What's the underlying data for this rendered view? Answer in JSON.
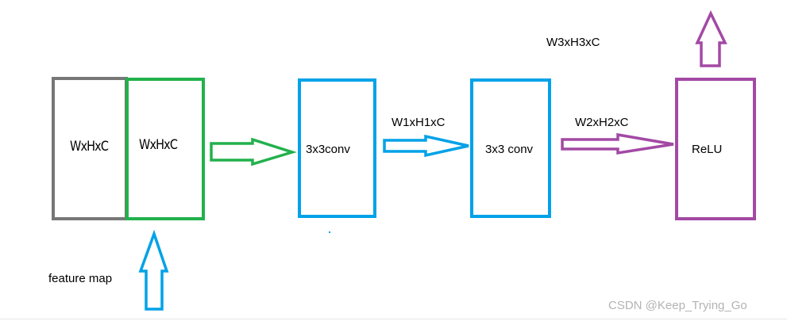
{
  "colors": {
    "gray": "#777777",
    "green": "#22b14c",
    "blue": "#00a2e8",
    "purple": "#a349a4",
    "watermark": "#b3b3b3"
  },
  "nodes": {
    "input_a": "WxHxC",
    "input_b": "WxHxC",
    "conv1": "3x3conv",
    "conv2": "3x3 conv",
    "relu": "ReLU"
  },
  "edges": {
    "conv1_to_conv2": "W1xH1xC",
    "conv2_to_relu": "W2xH2xC",
    "output": "W3xH3xC"
  },
  "labels": {
    "feature_map": "feature map"
  },
  "watermark": "CSDN @Keep_Trying_Go"
}
